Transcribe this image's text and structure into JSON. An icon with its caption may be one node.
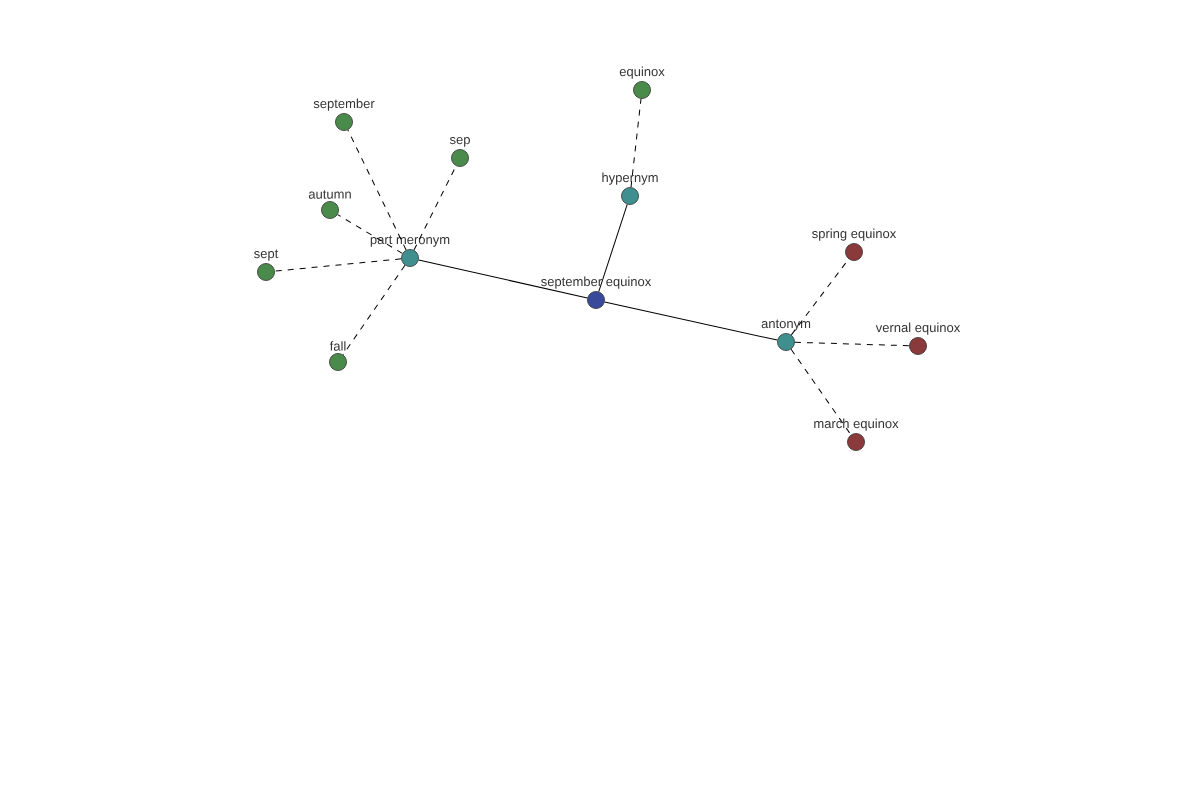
{
  "diagram": {
    "nodes": [
      {
        "text": [
          "september equinox"
        ]
      },
      {
        "text": [
          "part meronym"
        ]
      },
      {
        "text": [
          "september"
        ]
      },
      {
        "text": [
          "sep"
        ]
      },
      {
        "text": [
          "autumn"
        ]
      },
      {
        "text": [
          "sept"
        ]
      },
      {
        "text": [
          "fall"
        ]
      },
      {
        "text": [
          "hypernym"
        ]
      },
      {
        "text": [
          "equinox"
        ]
      },
      {
        "text": [
          "antonym"
        ]
      },
      {
        "text": [
          "spring equinox"
        ]
      },
      {
        "text": [
          "vernal equinox"
        ]
      },
      {
        "text": [
          "march equinox"
        ]
      }
    ],
    "edges": [
      {
        "from": 0,
        "to": 1,
        "arrow": "none"
      },
      {
        "from": 0,
        "to": 7,
        "arrow": "none"
      },
      {
        "from": 0,
        "to": 9,
        "arrow": "none"
      },
      {
        "from": 1,
        "to": 2,
        "arrow": "none",
        "style": "dashed"
      },
      {
        "from": 1,
        "to": 3,
        "arrow": "none",
        "style": "dashed"
      },
      {
        "from": 1,
        "to": 4,
        "arrow": "none",
        "style": "dashed"
      },
      {
        "from": 1,
        "to": 5,
        "arrow": "none",
        "style": "dashed"
      },
      {
        "from": 1,
        "to": 6,
        "arrow": "none",
        "style": "dashed"
      },
      {
        "from": 7,
        "to": 8,
        "arrow": "none",
        "style": "dashed"
      },
      {
        "from": 9,
        "to": 10,
        "arrow": "none",
        "style": "dashed"
      },
      {
        "from": 9,
        "to": 11,
        "arrow": "none",
        "style": "dashed"
      },
      {
        "from": 9,
        "to": 12,
        "arrow": "none",
        "style": "dashed"
      }
    ]
  }
}
